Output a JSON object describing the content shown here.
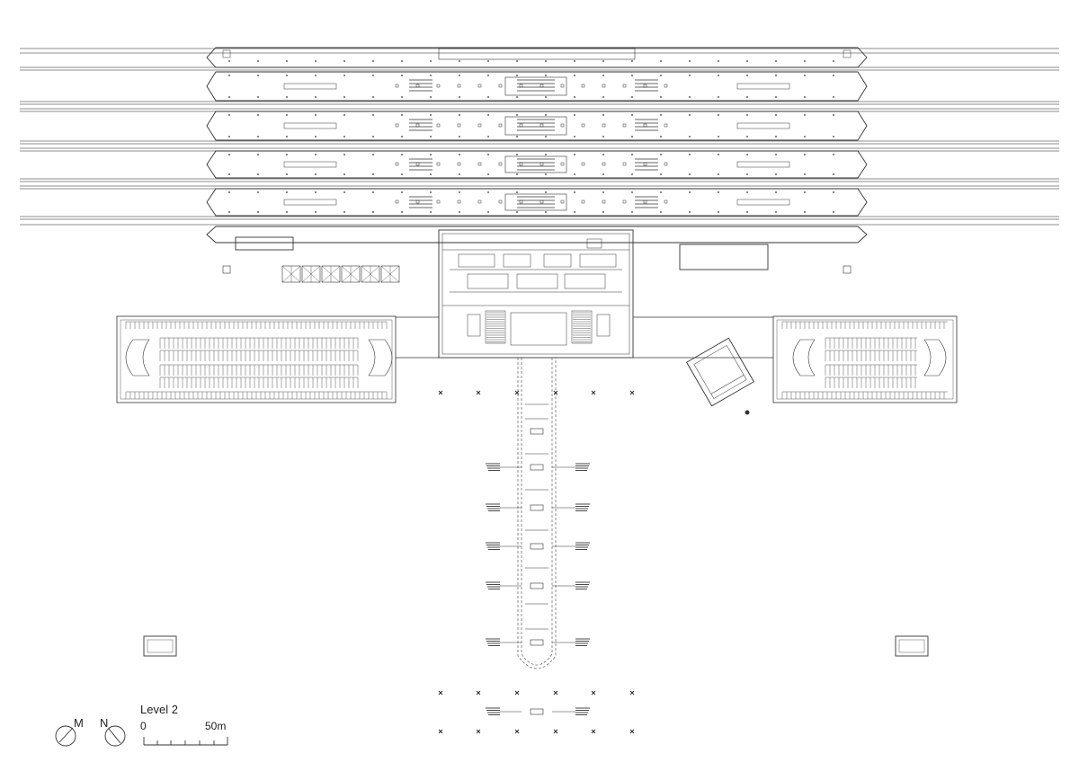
{
  "drawing": {
    "level_label": "Level 2",
    "scale_start": "0",
    "scale_end": "50m",
    "compass_m": "M",
    "compass_n": "N"
  },
  "colors": {
    "line": "#333333",
    "light_line": "#888888",
    "background": "#ffffff"
  }
}
